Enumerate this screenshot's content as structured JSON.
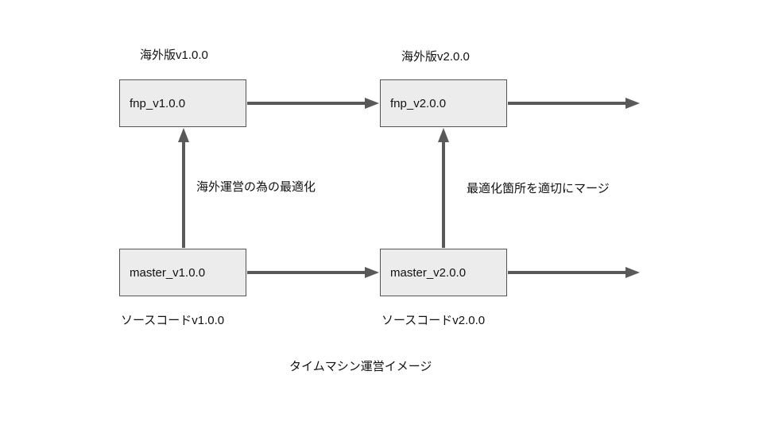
{
  "diagram": {
    "title": "タイムマシン運営イメージ",
    "colors": {
      "node_fill": "#ececec",
      "node_border": "#555555",
      "arrow": "#595959",
      "text": "#111111",
      "background": "#ffffff"
    },
    "nodes": [
      {
        "id": "fnp_v1",
        "label": "fnp_v1.0.0",
        "caption": "海外版v1.0.0"
      },
      {
        "id": "fnp_v2",
        "label": "fnp_v2.0.0",
        "caption": "海外版v2.0.0"
      },
      {
        "id": "master_v1",
        "label": "master_v1.0.0",
        "caption": "ソースコードv1.0.0"
      },
      {
        "id": "master_v2",
        "label": "master_v2.0.0",
        "caption": "ソースコードv2.0.0"
      }
    ],
    "edges": [
      {
        "from": "master_v1",
        "to": "fnp_v1",
        "direction": "up",
        "label": "海外運営の為の最適化"
      },
      {
        "from": "master_v2",
        "to": "fnp_v2",
        "direction": "up",
        "label": "最適化箇所を適切にマージ"
      },
      {
        "from": "fnp_v1",
        "to": "fnp_v2",
        "direction": "right",
        "label": ""
      },
      {
        "from": "fnp_v2",
        "to": "offscreen",
        "direction": "right",
        "label": ""
      },
      {
        "from": "master_v1",
        "to": "master_v2",
        "direction": "right",
        "label": ""
      },
      {
        "from": "master_v2",
        "to": "offscreen",
        "direction": "right",
        "label": ""
      }
    ]
  }
}
